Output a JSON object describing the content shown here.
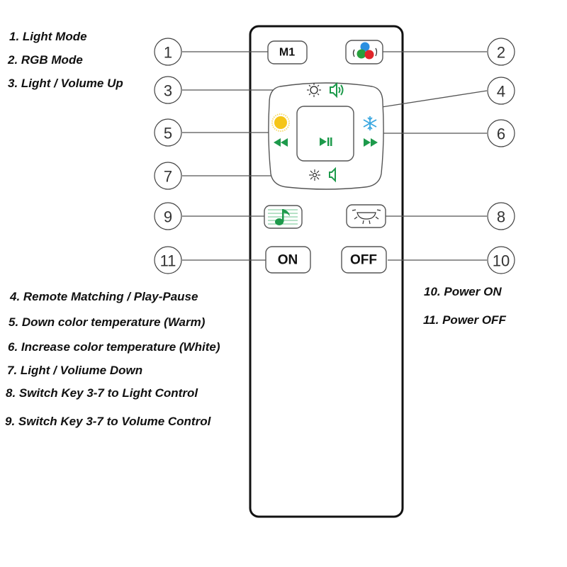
{
  "legend": {
    "left_top": [
      "1. Light Mode",
      "2. RGB Mode",
      "3. Light / Volume Up"
    ],
    "left_bottom": [
      "4. Remote Matching / Play-Pause",
      "5. Down color temperature (Warm)",
      "6. Increase color temperature (White)",
      "7. Light / Voliume Down",
      "8. Switch Key 3-7 to Light Control",
      "9. Switch Key 3-7 to Volume Control"
    ],
    "right": [
      "10. Power ON",
      "11. Power OFF"
    ]
  },
  "callouts": [
    "1",
    "2",
    "3",
    "4",
    "5",
    "6",
    "7",
    "8",
    "9",
    "10",
    "11"
  ],
  "remote": {
    "m1_label": "M1",
    "on_label": "ON",
    "off_label": "OFF",
    "icons": {
      "rgb": "rgb-cycle-icon",
      "light_up": "sun-outline-icon",
      "volume_up": "speaker-loud-icon",
      "warm": "sun-filled-icon",
      "rewind": "rewind-icon",
      "play_pause": "play-pause-icon",
      "white": "snowflake-icon",
      "fast_forward": "fast-forward-icon",
      "light_down": "sun-dim-icon",
      "volume_down": "speaker-quiet-icon",
      "music": "music-note-icon",
      "lamp": "lamp-icon"
    }
  },
  "colors": {
    "accent_green": "#1d9a4b",
    "sun_yellow": "#f5c518",
    "snow_blue": "#3aa7e0",
    "rgb_red": "#e0262a",
    "rgb_green": "#27a03c",
    "rgb_blue": "#2a8fe0"
  }
}
